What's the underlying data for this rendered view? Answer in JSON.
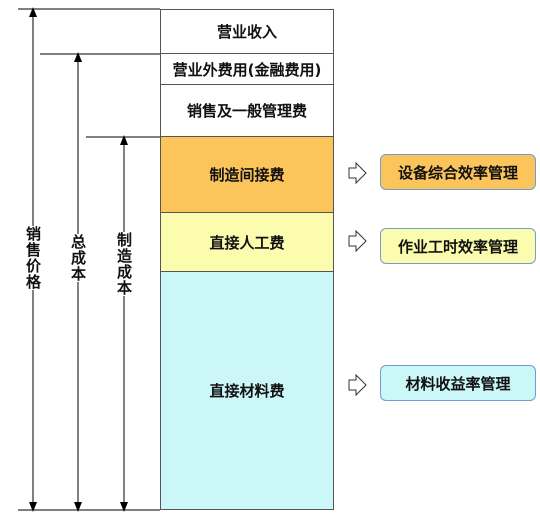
{
  "stack": [
    {
      "label": "营业收入",
      "fill": "#ffffff"
    },
    {
      "label": "营业外费用(金融费用)",
      "fill": "#ffffff"
    },
    {
      "label": "销售及一般管理费",
      "fill": "#ffffff"
    },
    {
      "label": "制造间接费",
      "fill": "#fbc55b"
    },
    {
      "label": "直接人工费",
      "fill": "#fcfcae"
    },
    {
      "label": "直接材料费",
      "fill": "#ccf7f9"
    }
  ],
  "side_labels": {
    "sales_price": "销售价格",
    "total_cost": "总成本",
    "manufacturing_cost": "制造成本"
  },
  "management": [
    {
      "label": "设备综合效率管理",
      "fill": "#fbc55b"
    },
    {
      "label": "作业工时效率管理",
      "fill": "#fcfcae"
    },
    {
      "label": "材料收益率管理",
      "fill": "#ccf7f9"
    }
  ],
  "colors": {
    "line": "#000000",
    "box_border": "#555555",
    "mgmt_border": "#6f9fcf"
  }
}
